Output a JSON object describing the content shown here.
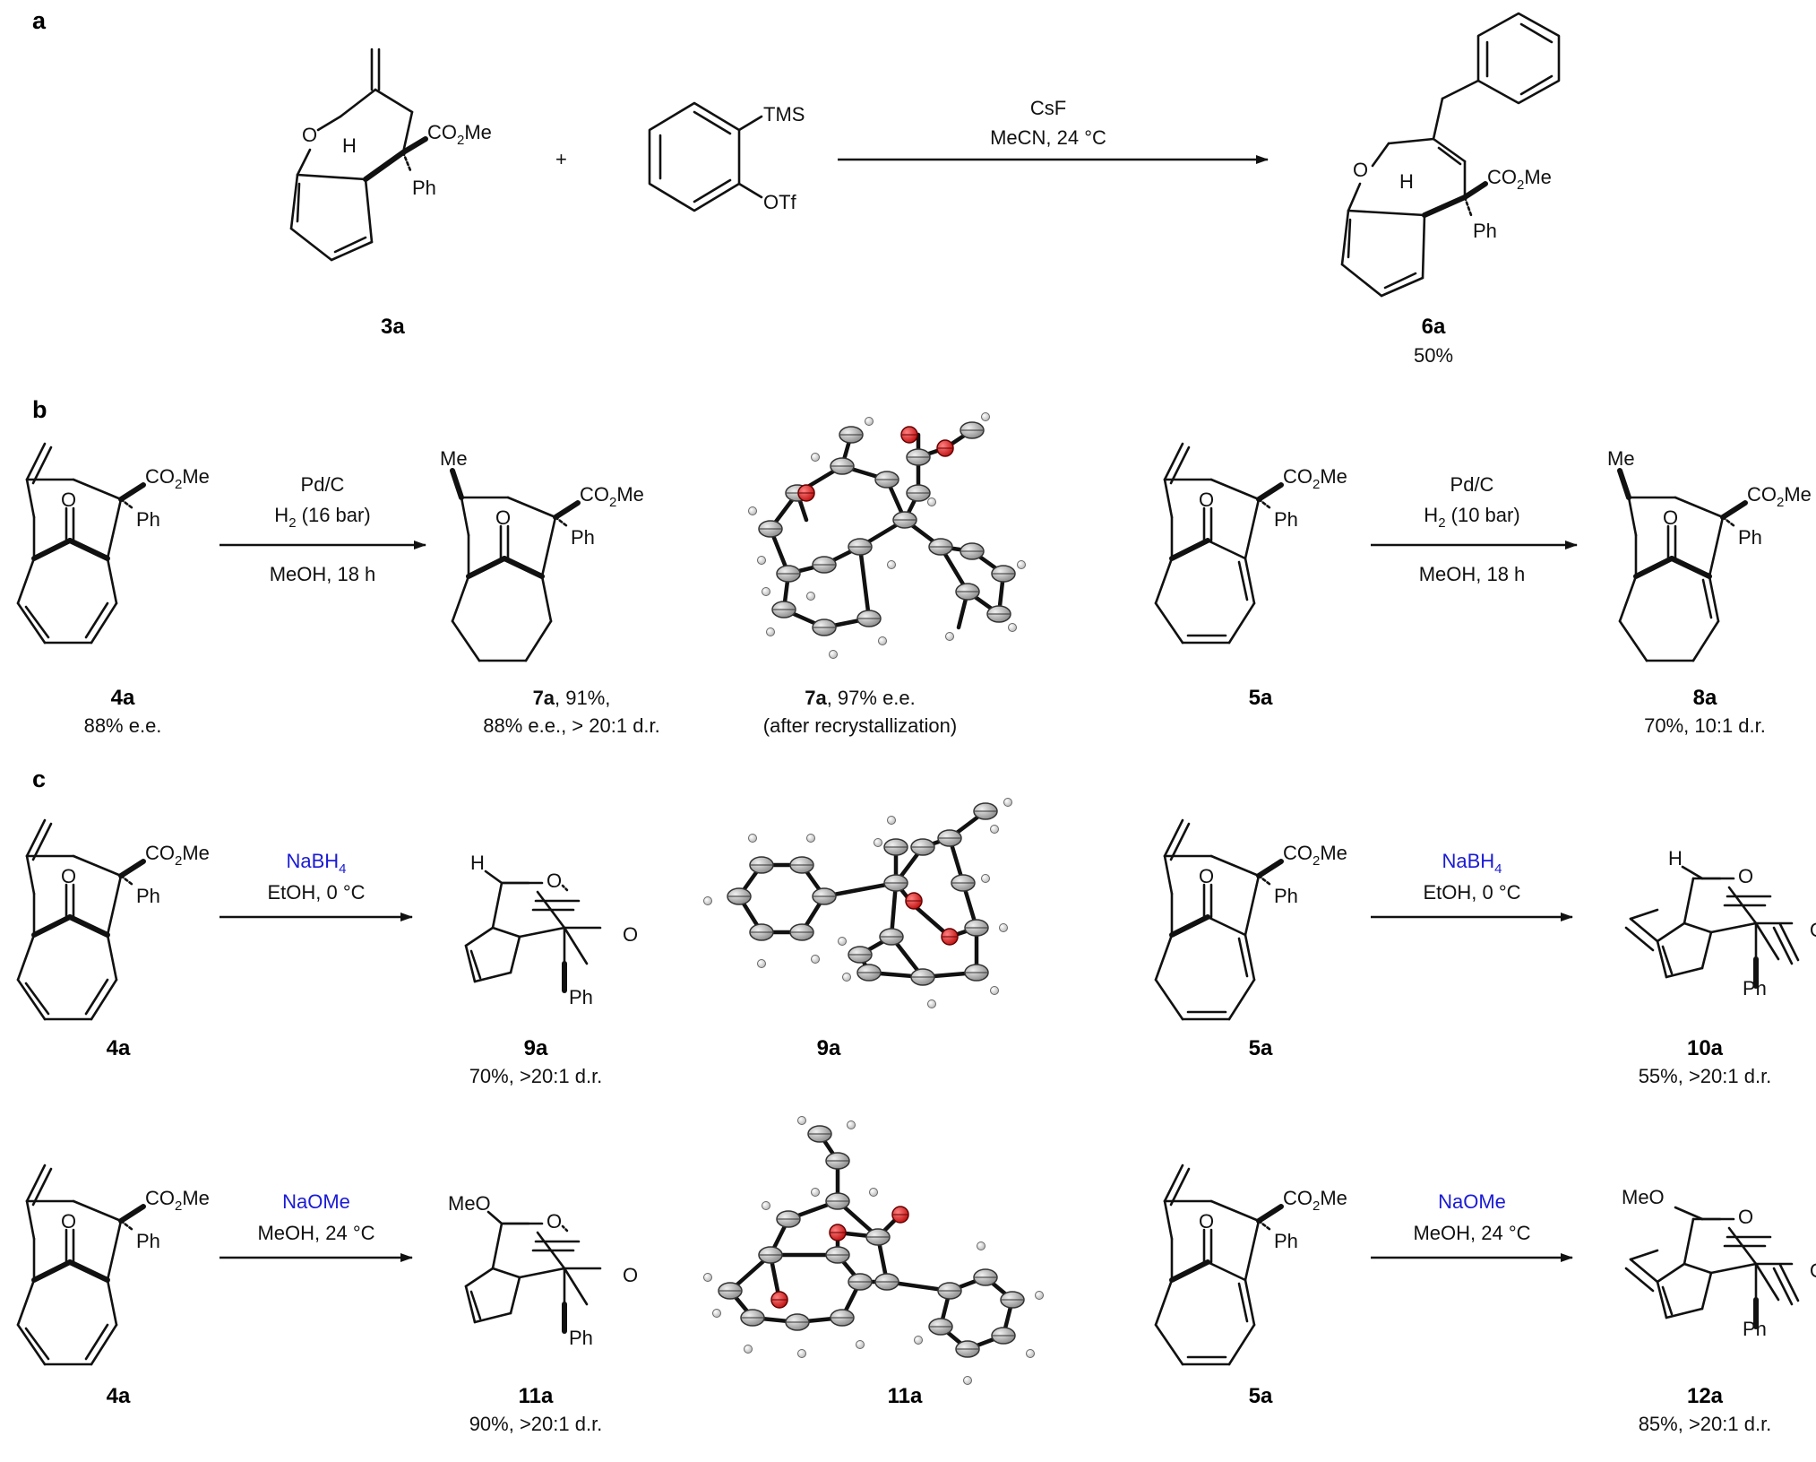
{
  "panels": {
    "a": "a",
    "b": "b",
    "c": "c"
  },
  "labels": {
    "cpd_3a": "3a",
    "cpd_6a": "6a",
    "yield_6a": "50%",
    "cpd_4a": "4a",
    "ee_4a": "88% e.e.",
    "cpd_7a": "7a",
    "yield_7a_tail": ", 91%,",
    "ee_7a": "88% e.e., > 20:1 d.r.",
    "cpd_7a_xray": "7a",
    "ee_7a_xray_tail": ", 97% e.e.",
    "recryst": "(after recrystallization)",
    "cpd_5a": "5a",
    "cpd_8a": "8a",
    "yield_8a": "70%, 10:1 d.r.",
    "cpd_9a": "9a",
    "yield_9a": "70%, >20:1 d.r.",
    "cpd_9a_xray": "9a",
    "cpd_10a": "10a",
    "yield_10a": "55%, >20:1 d.r.",
    "cpd_11a": "11a",
    "yield_11a": "90%, >20:1 d.r.",
    "cpd_11a_xray": "11a",
    "cpd_12a": "12a",
    "yield_12a": "85%, >20:1 d.r."
  },
  "conditions": {
    "a_top": "CsF",
    "a_bottom": "MeCN, 24 °C",
    "b1_top1": "Pd/C",
    "b1_top2": "H2 (16 bar)",
    "b1_bottom": "MeOH, 18 h",
    "b2_top1": "Pd/C",
    "b2_top2": "H2 (10 bar)",
    "b2_bottom": "MeOH, 18 h",
    "c1_top": "NaBH4",
    "c1_bottom": "EtOH, 0 °C",
    "c2_top": "NaBH4",
    "c2_bottom": "EtOH, 0 °C",
    "c3_top": "NaOMe",
    "c3_bottom": "MeOH, 24 °C",
    "c4_top": "NaOMe",
    "c4_bottom": "MeOH, 24 °C"
  },
  "atoms": {
    "co2me": "CO2Me",
    "ph": "Ph",
    "me": "Me",
    "o": "O",
    "h": "H",
    "tms": "TMS",
    "otf": "OTf",
    "meo": "MeO",
    "plus": "+"
  },
  "colors": {
    "reagent_highlight": "#1a1ad6",
    "oxygen_atom": "#d42020",
    "carbon_atom": "#a0a0a0"
  }
}
